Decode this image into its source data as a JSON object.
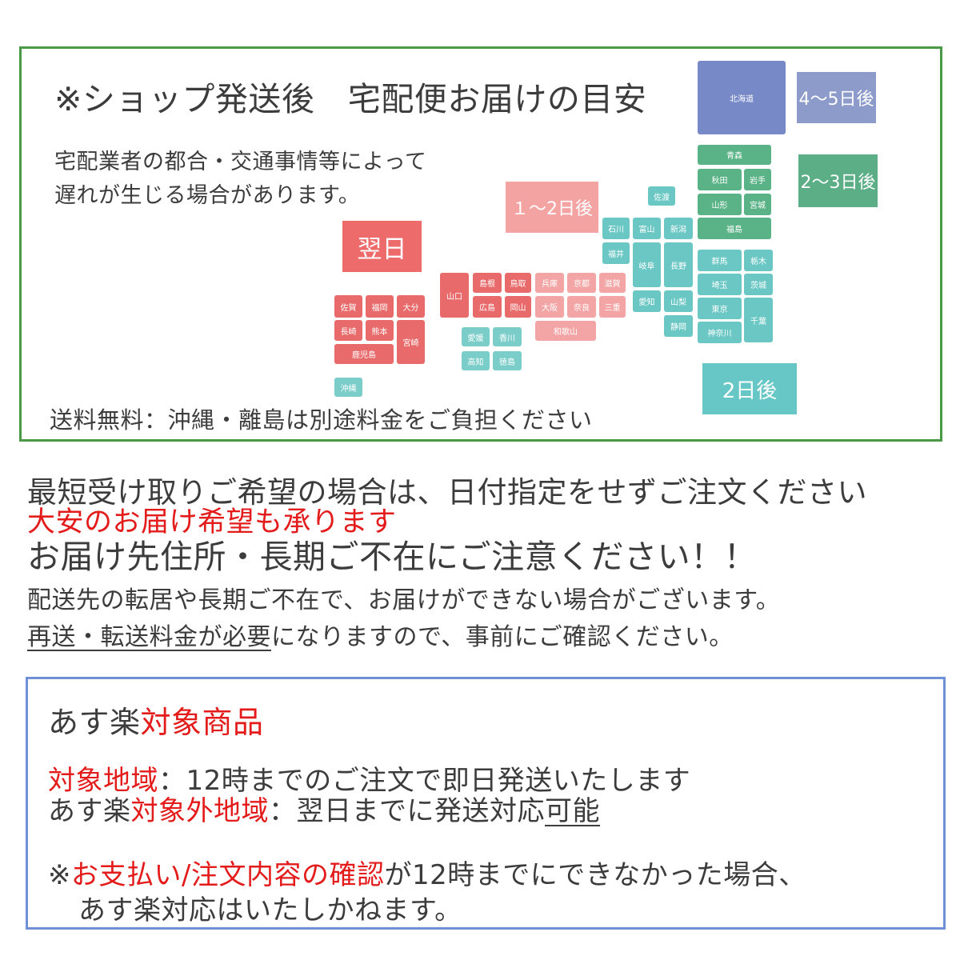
{
  "top": {
    "title": "※ショップ発送後　宅配便お届けの目安",
    "subtitle_line1": "宅配業者の都合・交通事情等によって",
    "subtitle_line2": "遅れが生じる場合があります。",
    "free_shipping": "送料無料：沖縄・離島は別途料金をご負担ください"
  },
  "badges": {
    "next_day": "翌日",
    "one_two": "１～2日後",
    "four_five": "4～5日後",
    "two_three": "2～3日後",
    "two_days": "2日後"
  },
  "map": {
    "hokkaido": "北海道",
    "aomori": "青森",
    "akita": "秋田",
    "iwate": "岩手",
    "yamagata": "山形",
    "miyagi": "宮城",
    "fukushima": "福島",
    "sado": "佐渡",
    "ishikawa": "石川",
    "toyama": "富山",
    "niigata": "新潟",
    "fukui": "福井",
    "gifu": "岐阜",
    "nagano": "長野",
    "aichi": "愛知",
    "yamanashi": "山梨",
    "shizuoka": "静岡",
    "gunma": "群馬",
    "tochigi": "栃木",
    "saitama": "埼玉",
    "ibaraki": "茨城",
    "tokyo": "東京",
    "chiba": "千葉",
    "kanagawa": "神奈川",
    "yamaguchi": "山口",
    "shimane": "島根",
    "tottori": "鳥取",
    "hyogo": "兵庫",
    "kyoto": "京都",
    "shiga": "滋賀",
    "hiroshima": "広島",
    "okayama": "岡山",
    "osaka": "大阪",
    "nara": "奈良",
    "mie": "三重",
    "wakayama": "和歌山",
    "ehime": "愛媛",
    "kagawa": "香川",
    "kochi": "高知",
    "tokushima": "徳島",
    "saga": "佐賀",
    "fukuoka": "福岡",
    "oita": "大分",
    "nagasaki": "長崎",
    "kumamoto": "熊本",
    "miyazaki": "宮崎",
    "kagoshima": "鹿児島",
    "okinawa": "沖縄"
  },
  "notice": {
    "line1": "最短受け取りご希望の場合は、日付指定をせずご注文ください",
    "line2": "大安のお届け希望も承ります",
    "line3": "お届け先住所・長期ご不在にご注意ください！！",
    "line4": "配送先の転居や長期ご不在で、お届けができない場合がございます。",
    "line5_underlined": "再送・転送料金が必要",
    "line5_rest": "になりますので、事前にご確認ください。"
  },
  "asuraku": {
    "title_prefix": "あす楽",
    "title_red": "対象商品",
    "target_red": "対象地域",
    "target_rest": "：12時までのご注文で即日発送いたします",
    "outside_prefix": "あす楽",
    "outside_red": "対象外地域",
    "outside_mid": "：翌日までに発送対応",
    "outside_under": "可能",
    "note_mark": "※",
    "note_red": "お支払い/注文内容の確認",
    "note_rest": "が12時までにできなかった場合、",
    "note_line2": "あす楽対応はいたしかねます。"
  },
  "colors": {
    "frame_green": "#4a9a45",
    "frame_blue": "#6f8fd6",
    "accent_red": "#e31b1b"
  }
}
